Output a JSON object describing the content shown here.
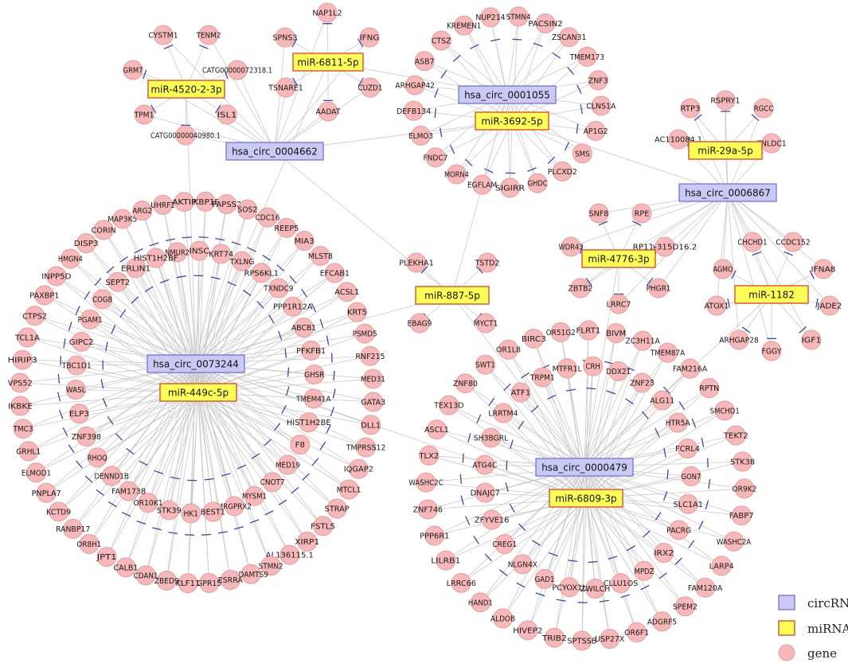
{
  "legend": {
    "circrna": "circRNA",
    "mirna": "miRNA",
    "gene": "gene"
  },
  "colors": {
    "circrna_fill": "#c9c9f3",
    "mirna_fill": "#ffff55",
    "gene_fill": "#f6b8b8",
    "edge": "#c9c9c9",
    "tick": "#3b47a8"
  },
  "circrnas": [
    "hsa_circ_0004662",
    "hsa_circ_0001055",
    "hsa_circ_0006867",
    "hsa_circ_0073244",
    "hsa_circ_0000479"
  ],
  "mirnas": [
    "miR-4520-2-3p",
    "miR-6811-5p",
    "miR-3692-5p",
    "miR-29a-5p",
    "miR-4776-3p",
    "miR-1182",
    "miR-887-5p",
    "miR-449c-5p",
    "miR-6809-3p"
  ],
  "genes": {
    "c4520": [
      "CYSTM1",
      "TENM2",
      "GRM7",
      "CATG00000072318.1",
      "TPM1",
      "ISL1",
      "CATG00000040980.1"
    ],
    "c6811": [
      "NAP1L2",
      "SPNS3",
      "IFNG",
      "TSNARE1",
      "CUZD1",
      "AADAT"
    ],
    "c1055_outer": [
      "STMN4",
      "PACSIN2",
      "ZSCAN31",
      "TMEM173",
      "ZNF3",
      "CLNS1A",
      "AP1G2",
      "SMS",
      "PLCXD2",
      "GHDC",
      "SIGIRR",
      "EGFLAM",
      "MORN4",
      "FNDC7",
      "ELMO3",
      "DEFB134",
      "ARHGAP42",
      "ASB7",
      "CTSZ",
      "KREMEN1",
      "NUP214"
    ],
    "c29a": [
      "RTP3",
      "RSPRY1",
      "RGCC",
      "AC110084.1",
      "PNLDC1"
    ],
    "c4776": [
      "SNF8",
      "RPE",
      "WDR43",
      "RP11-315D16.2",
      "ZBTB2",
      "LRRC7",
      "PHGR1"
    ],
    "c1182": [
      "CHCHD1",
      "CCDC152",
      "AGMO",
      "IFNA8",
      "ATOX1",
      "JADE2",
      "ARHGAP28",
      "FGGY",
      "IGF1"
    ],
    "c887": [
      "PLEKHA1",
      "TSTD2",
      "EBAG9",
      "MYCT1"
    ],
    "c0073244_outer": [
      "IKBP1B",
      "PAPSS2",
      "SOS2",
      "CDC16",
      "REEP5",
      "MIA3",
      "MLST8",
      "EFCAB1",
      "ACSL1",
      "KRT5",
      "PSMD5",
      "RNF215",
      "MED31",
      "GATA3",
      "DLL1",
      "TMPRSS12",
      "IQGAP2",
      "MTCL1",
      "STRAP",
      "FSTL5",
      "XIRP1",
      "AL136115.1",
      "STMN2",
      "ADAMTS9",
      "ESRRA",
      "GPR15",
      "KLF11",
      "ZBED9",
      "CDAN1",
      "CALB1",
      "JPT1",
      "OR8H1",
      "RANBP17",
      "KCTD9",
      "PNPLA7",
      "ELMOD1",
      "GRHL1",
      "TMC3",
      "IKBKE",
      "VPS52",
      "HIRIP3",
      "TCL1A",
      "CTPS2",
      "PAXBP1",
      "INPP5D",
      "HMGN4",
      "DISP3",
      "CORIN",
      "MAP3K5",
      "ARG2",
      "UHRF2",
      "AKTIP"
    ],
    "c0073244_inner": [
      "NMUR2",
      "INSC",
      "KRT74",
      "TXLNG",
      "RPS6KL1",
      "TXNDC9",
      "PPP1R12A",
      "ABCB1",
      "PFKFB1",
      "GHSR",
      "TMEM41A",
      "HIST1H2BE",
      "F8",
      "MED19",
      "CNOT7",
      "MYSM1",
      "MRGPRX2",
      "BEST1",
      "HK1",
      "STK39",
      "OR10K1",
      "FAM173B",
      "DENND1B",
      "RHOQ",
      "ZNF398",
      "ELP3",
      "WASL",
      "TBC1D1",
      "GIPC2",
      "PGAM1",
      "COG8",
      "SEPT2",
      "ERLIN1",
      "HIST1H2BF"
    ],
    "c0000479_outer": [
      "FLRT1",
      "BIVM",
      "ZC3H11A",
      "TMEM87A",
      "FAM216A",
      "RPTN",
      "SMCHD1",
      "TEKT2",
      "STK38",
      "OR9K2",
      "FABP7",
      "WASHC2A",
      "LARP4",
      "FAM120A",
      "SPEM2",
      "ADGRF5",
      "OR6F1",
      "USP27X",
      "SPTSSB",
      "TRIB2",
      "HIVEP2",
      "ALDOB",
      "HAND1",
      "LRRC66",
      "LILRB1",
      "PPP6R1",
      "ZNF746",
      "WASHC2C",
      "TLX2",
      "ASCL1",
      "TEX13D",
      "ZNF80",
      "SWT1",
      "OR1L8",
      "BIRC3",
      "OR51G2"
    ],
    "c0000479_inner": [
      "MTFR1L",
      "CRH",
      "DDX21",
      "ZNF23",
      "ALG11",
      "HTR5A",
      "FCRL4",
      "GON7",
      "SLC1A1",
      "PACRG",
      "IRX2",
      "MPDZ",
      "CLLU1OS",
      "ZWILCH",
      "PCYOX1L",
      "GAD1",
      "NLGN4X",
      "CREG1",
      "ZFYVE16",
      "DNAJC7",
      "ATG4C",
      "SH3BGRL",
      "LRRTM4",
      "ATF1",
      "TRPM1"
    ]
  }
}
